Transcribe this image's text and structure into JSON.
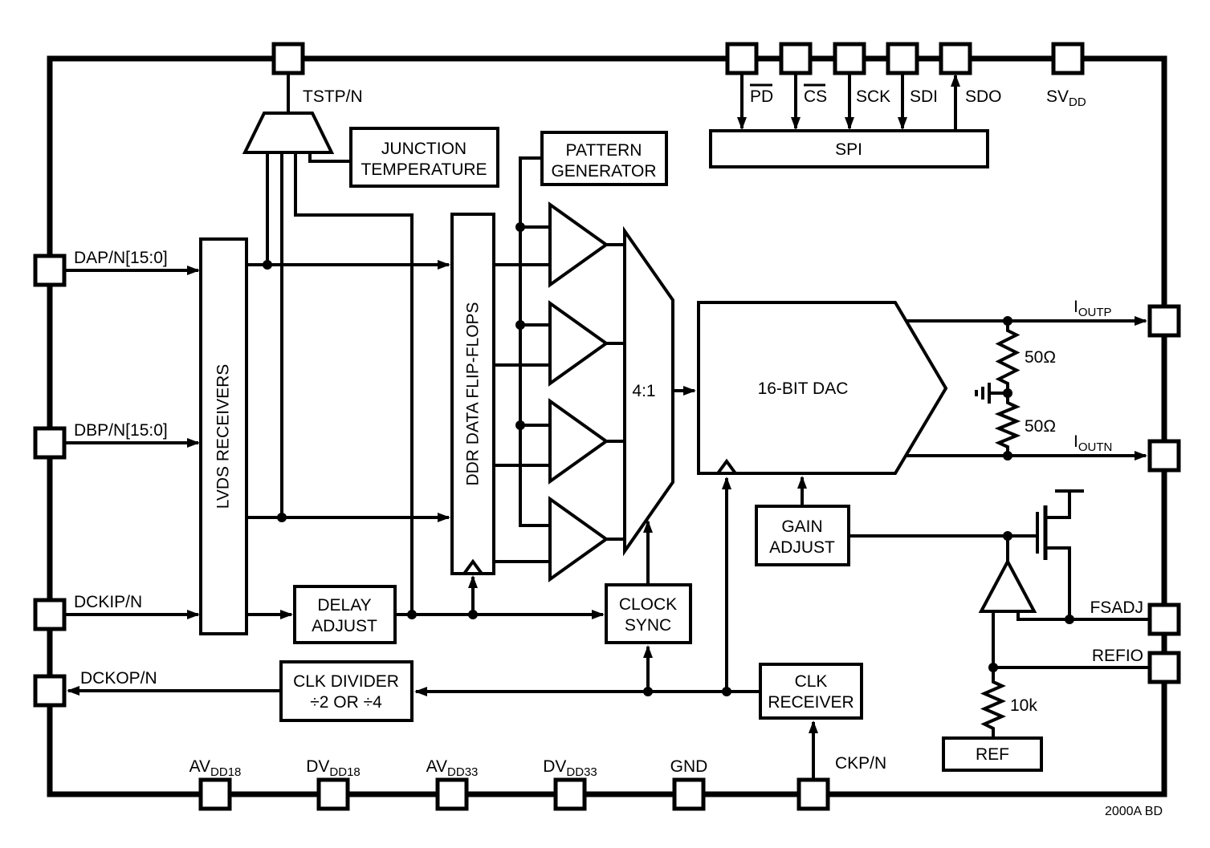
{
  "colors": {
    "ink": "#000000",
    "paper": "#ffffff"
  },
  "footer": {
    "code": "2000A BD"
  },
  "pins": {
    "tstpn": {
      "label": "TSTP/N"
    },
    "pd": {
      "label": "PD"
    },
    "cs": {
      "label": "CS"
    },
    "sck": {
      "label": "SCK"
    },
    "sdi": {
      "label": "SDI"
    },
    "sdo": {
      "label": "SDO"
    },
    "svdd": {
      "main": "SV",
      "sub": "DD"
    },
    "dapn": {
      "label": "DAP/N[15:0]"
    },
    "dbpn": {
      "label": "DBP/N[15:0]"
    },
    "dckipn": {
      "label": "DCKIP/N"
    },
    "dckopn": {
      "label": "DCKOP/N"
    },
    "ioutp": {
      "main": "I",
      "sub": "OUTP"
    },
    "ioutn": {
      "main": "I",
      "sub": "OUTN"
    },
    "fsadj": {
      "label": "FSADJ"
    },
    "refio": {
      "label": "REFIO"
    },
    "avdd18": {
      "main": "AV",
      "sub": "DD18"
    },
    "dvdd18": {
      "main": "DV",
      "sub": "DD18"
    },
    "avdd33": {
      "main": "AV",
      "sub": "DD33"
    },
    "dvdd33": {
      "main": "DV",
      "sub": "DD33"
    },
    "gnd": {
      "label": "GND"
    },
    "ckpn": {
      "label": "CKP/N"
    }
  },
  "blocks": {
    "junction_temperature": {
      "lines": [
        "JUNCTION",
        "TEMPERATURE"
      ]
    },
    "pattern_generator": {
      "lines": [
        "PATTERN",
        "GENERATOR"
      ]
    },
    "spi": {
      "label": "SPI"
    },
    "lvds_receivers": {
      "label": "LVDS RECEIVERS"
    },
    "ddr_flipflops": {
      "label": "DDR DATA FLIP-FLOPS"
    },
    "mux_4to1": {
      "label": "4:1"
    },
    "dac": {
      "label": "16-BIT DAC"
    },
    "gain_adjust": {
      "lines": [
        "GAIN",
        "ADJUST"
      ]
    },
    "delay_adjust": {
      "lines": [
        "DELAY",
        "ADJUST"
      ]
    },
    "clock_sync": {
      "lines": [
        "CLOCK",
        "SYNC"
      ]
    },
    "clk_divider": {
      "lines": [
        "CLK DIVIDER",
        "÷2 OR ÷4"
      ]
    },
    "clk_receiver": {
      "lines": [
        "CLK",
        "RECEIVER"
      ]
    },
    "ref": {
      "label": "REF"
    }
  },
  "components": {
    "r_out_top": {
      "label": "50Ω"
    },
    "r_out_bottom": {
      "label": "50Ω"
    },
    "r_ref": {
      "label": "10k"
    }
  }
}
